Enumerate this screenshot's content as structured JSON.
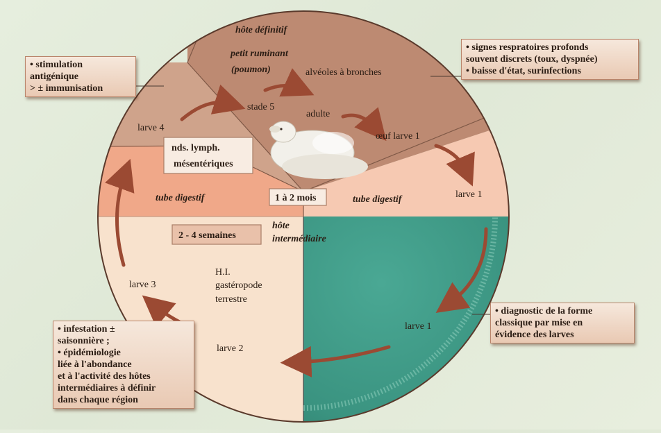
{
  "top_title": [
    "hôte définitif",
    "petit ruminant",
    "(poumon)"
  ],
  "stage_labels": {
    "alveoles": "alvéoles à bronches",
    "stade5": "stade 5",
    "adulte": "adulte",
    "oeuf": "œuf larve 1",
    "larve1_right": "larve 1",
    "larve4": "larve 4",
    "nds": [
      "nds. lymph.",
      "mésentériques"
    ],
    "tube_left": "tube digestif",
    "tube_right": "tube digestif",
    "duration_short": "1 à 2 mois",
    "duration_long": "2 - 4 semaines",
    "hote_int": [
      "hôte",
      "intermédiaire"
    ],
    "hi": [
      "H.I.",
      "gastéropode",
      "terrestre"
    ],
    "larve3": "larve 3",
    "larve2": "larve 2",
    "larve1_green": "larve 1"
  },
  "notes": {
    "top_left": [
      "• stimulation",
      "antigénique",
      "> ± immunisation"
    ],
    "top_right": [
      "• signes respratoires profonds",
      "souvent discrets (toux, dyspnée)",
      "• baisse d'état, surinfections"
    ],
    "bottom_right": [
      "• diagnostic de la forme",
      "classique par mise en",
      "évidence des larves"
    ],
    "bottom_left": [
      "• infestation ±",
      "saisonnière ;",
      "• épidémiologie",
      "liée à l'abondance",
      "et à l'activité des hôtes",
      "intermédiaires à définir",
      "dans chaque région"
    ]
  },
  "colors": {
    "lung_brown": "#bd8a72",
    "lymph_tan": "#cfa38b",
    "digestive_orange": "#f0a889",
    "digestive_pink": "#f6c9b2",
    "snail_cream": "#f8e2cd",
    "green_quadrant": "#3f9a85",
    "arrow_brown": "#9b4a33"
  }
}
